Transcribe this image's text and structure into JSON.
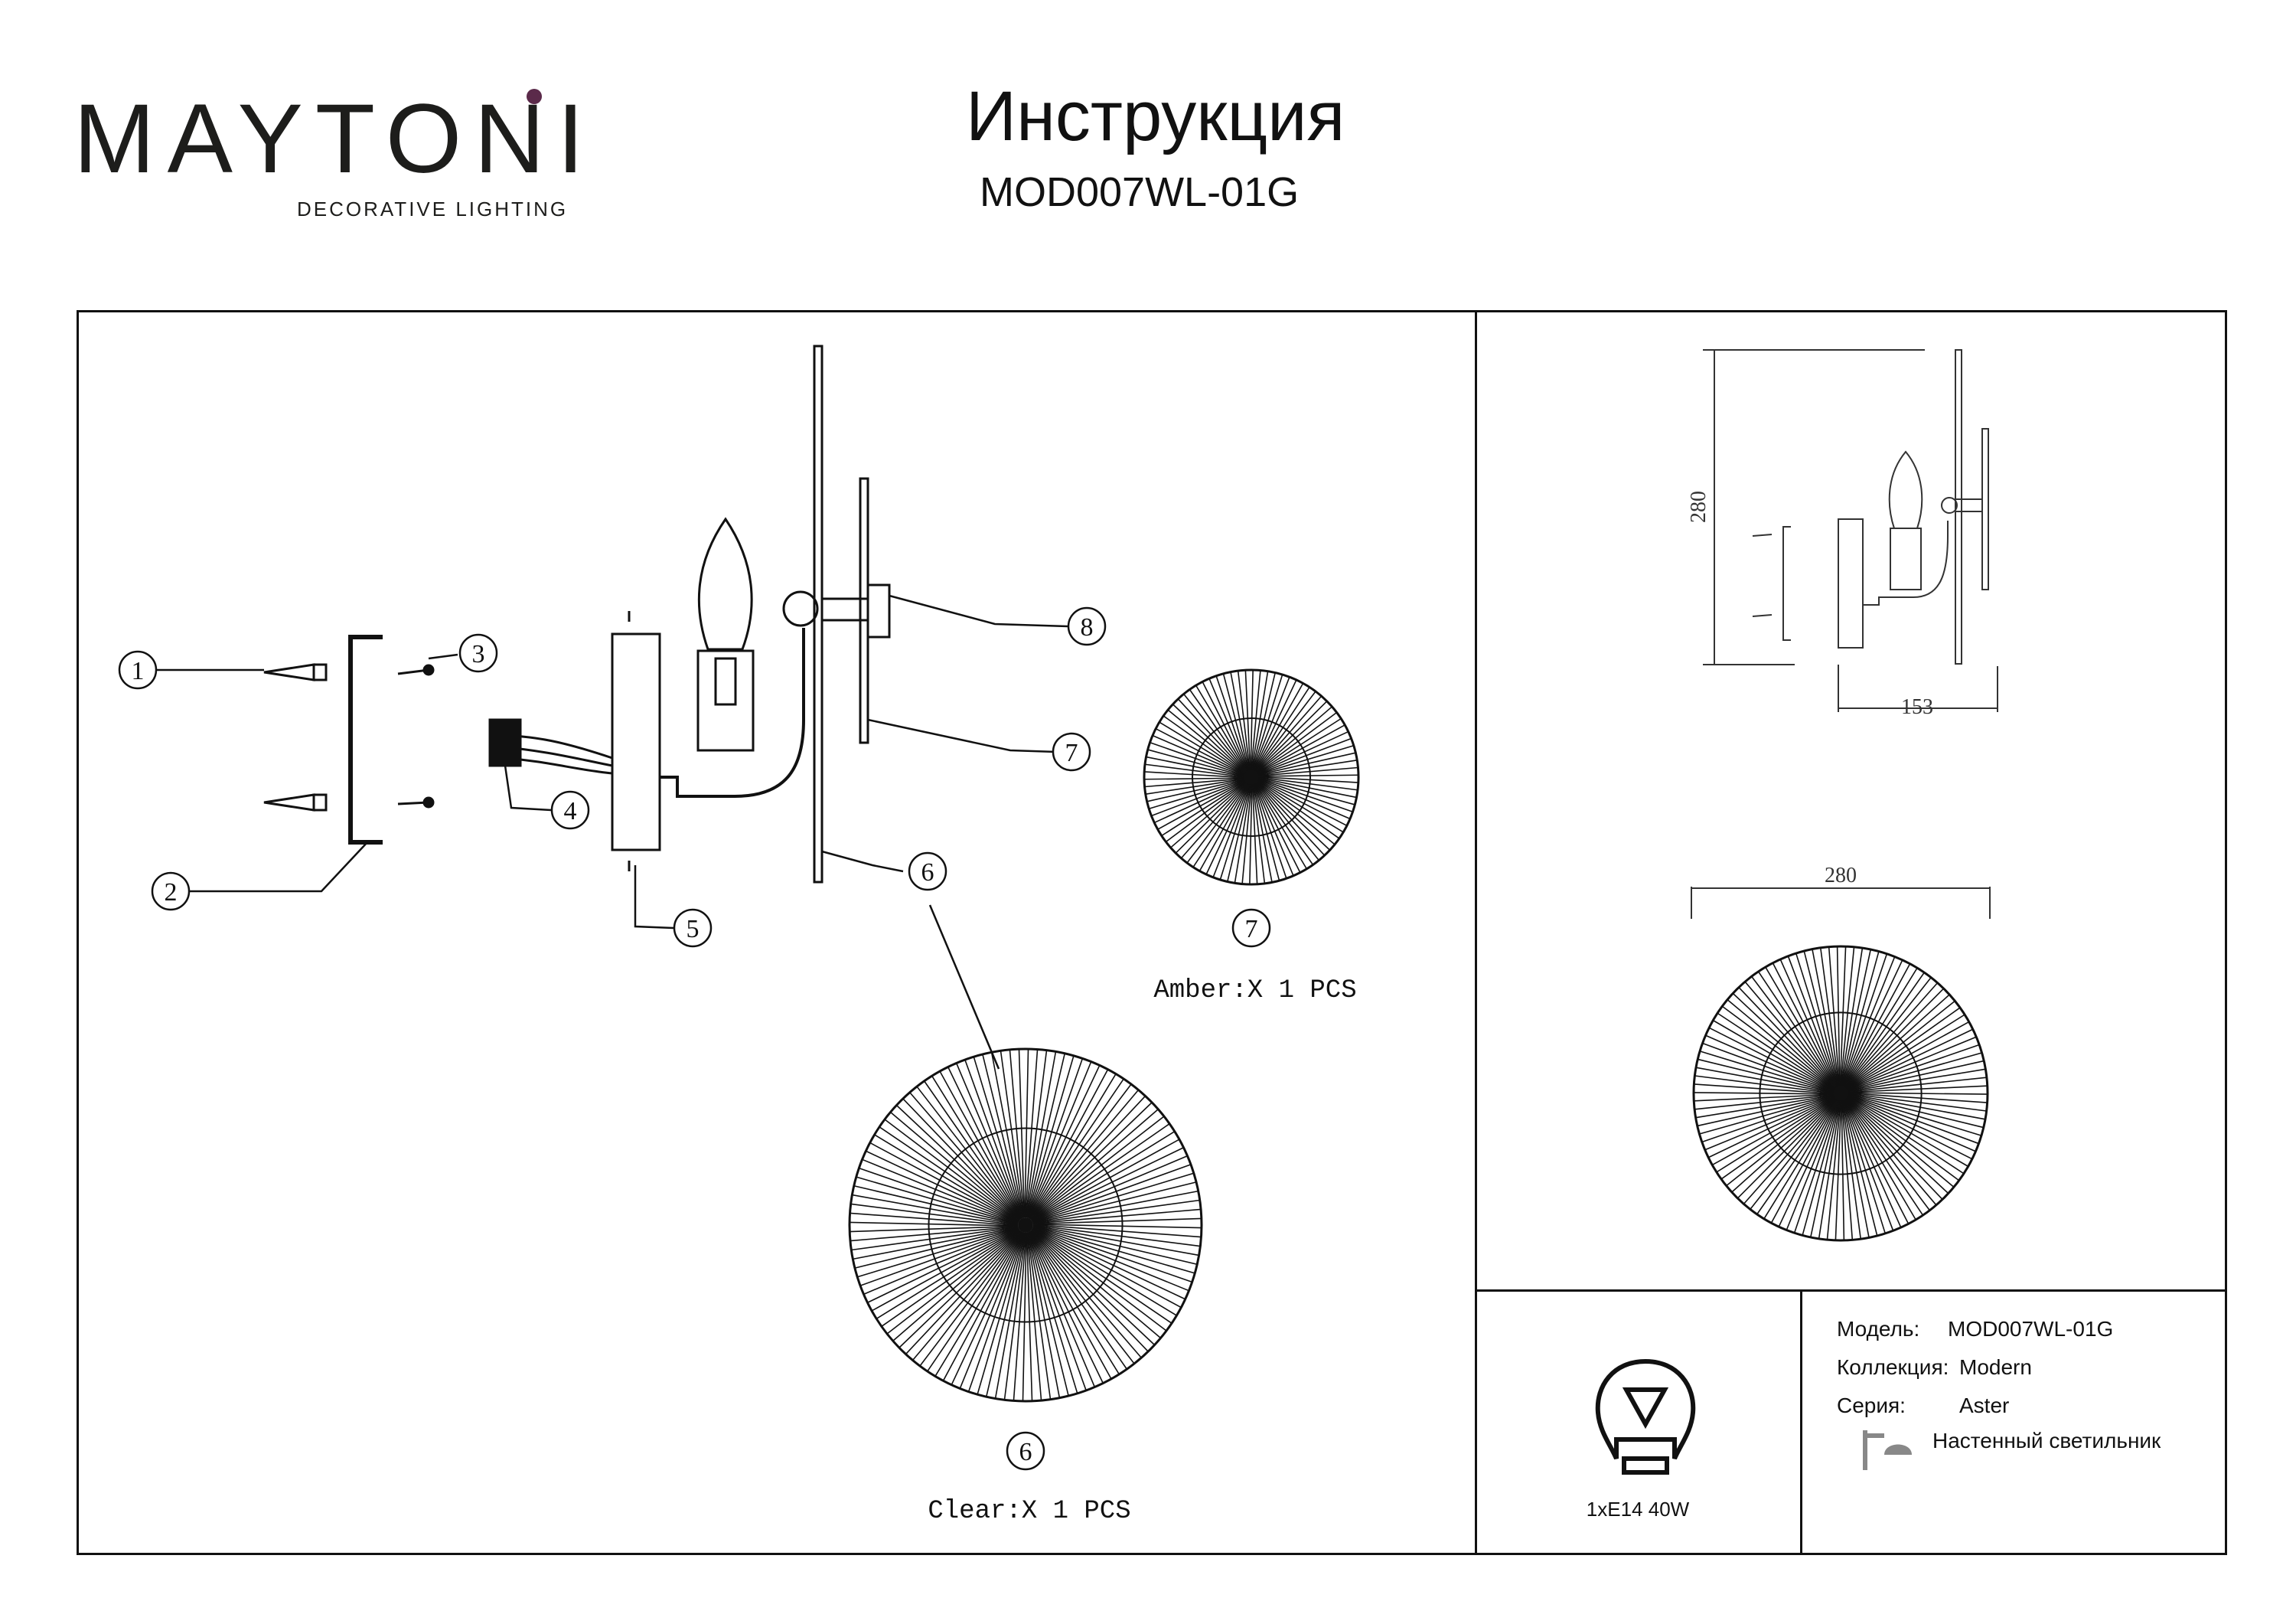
{
  "brand": {
    "logo": "MAYTONI",
    "tagline": "DECORATIVE LIGHTING",
    "accent": "#5b2a4a"
  },
  "header": {
    "title": "Инструкция",
    "model": "MOD007WL-01G"
  },
  "callouts": [
    "1",
    "2",
    "3",
    "4",
    "5",
    "6",
    "7",
    "8"
  ],
  "parts": {
    "amber": {
      "number": "7",
      "label": "Amber:X 1 PCS"
    },
    "clear": {
      "number": "6",
      "label": "Clear:X 1 PCS"
    }
  },
  "dimensions": {
    "height": "280",
    "depth": "153",
    "diameter": "280"
  },
  "lamp": {
    "spec": "1xE14 40W",
    "icon": "bulb-icon"
  },
  "info": {
    "model_label": "Модель:",
    "model_value": "MOD007WL-01G",
    "collection_label": "Коллекция:",
    "collection_value": "Modern",
    "series_label": "Серия:",
    "series_value": "Aster",
    "type_value": "Настенный светильник",
    "type_icon": "wall-lamp-icon"
  }
}
